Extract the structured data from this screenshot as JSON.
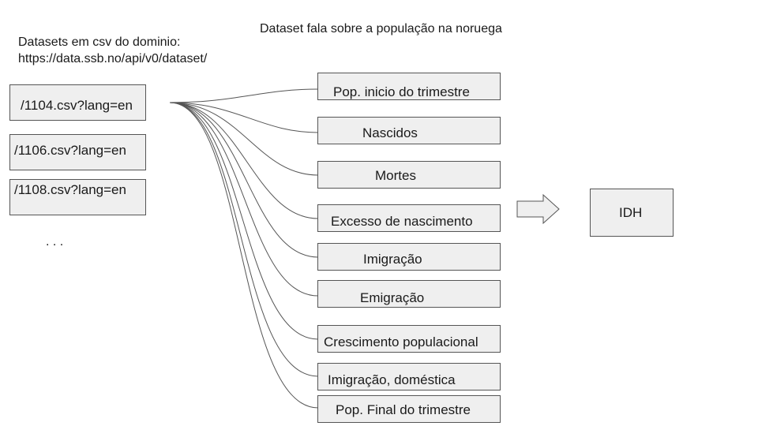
{
  "header": {
    "title": "Dataset fala sobre a população na noruega",
    "source_line1": "Datasets em csv do dominio:",
    "source_line2": "https://data.ssb.no/api/v0/dataset/"
  },
  "datasets": [
    "/1104.csv?lang=en",
    "/1106.csv?lang=en",
    "/1108.csv?lang=en"
  ],
  "ellipsis": ". . .",
  "variables": [
    "Pop. inicio do trimestre",
    "Nascidos",
    "Mortes",
    "Excesso de nascimento",
    "Imigração",
    "Emigração",
    "Crescimento populacional",
    "Imigração, doméstica",
    "Pop. Final do trimestre"
  ],
  "result": "IDH",
  "colors": {
    "box_fill": "#efefef",
    "box_border": "#555555",
    "line": "#555555"
  }
}
